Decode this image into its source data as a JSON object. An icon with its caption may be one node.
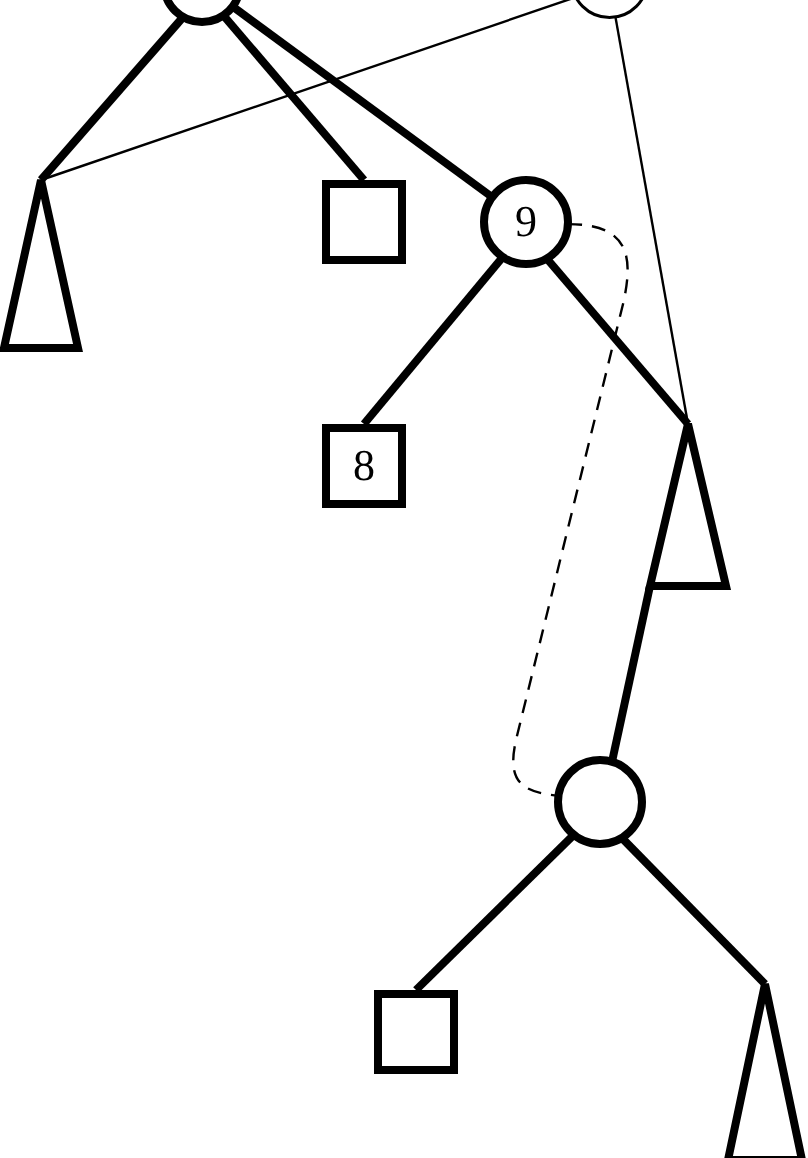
{
  "diagram": {
    "nodes": [
      {
        "text": [],
        "shape": "circle"
      },
      {
        "text": [],
        "shape": "circle"
      },
      {
        "text": [],
        "shape": "triangle"
      },
      {
        "text": [],
        "shape": "box"
      },
      {
        "text": [
          "9"
        ]
      },
      {
        "text": [
          "8"
        ]
      },
      {
        "text": [],
        "shape": "triangle"
      },
      {
        "text": [],
        "shape": "circle"
      },
      {
        "text": [],
        "shape": "box"
      },
      {
        "text": [],
        "shape": "triangle"
      }
    ],
    "edges": [
      {
        "from": 0,
        "to": 2,
        "arrow": "none"
      },
      {
        "from": 0,
        "to": 3,
        "arrow": "none"
      },
      {
        "from": 0,
        "to": 4,
        "arrow": "none"
      },
      {
        "from": 1,
        "to": 2,
        "arrow": "none"
      },
      {
        "from": 1,
        "to": 6,
        "arrow": "none"
      },
      {
        "from": 4,
        "to": 5,
        "arrow": "none"
      },
      {
        "from": 4,
        "to": 6,
        "arrow": "none"
      },
      {
        "from": 4,
        "to": 7,
        "arrow": "none",
        "style": "dashed"
      },
      {
        "from": 6,
        "to": 7,
        "arrow": "none"
      },
      {
        "from": 7,
        "to": 8,
        "arrow": "none"
      },
      {
        "from": 7,
        "to": 9,
        "arrow": "none"
      }
    ]
  }
}
